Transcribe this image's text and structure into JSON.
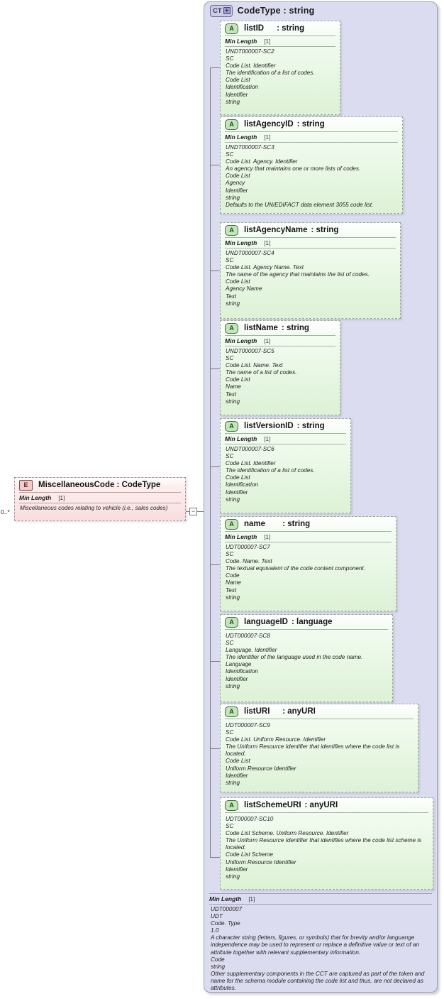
{
  "diagram": {
    "title": "XSD CodeType complexType diagram",
    "colors": {
      "container_bg": "#dcdcf0",
      "attribute_bg": "#ddf2d6",
      "element_bg": "#f8dede",
      "line": "#7a7a7a"
    }
  },
  "complex_type": {
    "badge": "CT",
    "badge_expand": "+",
    "title": "CodeType : string",
    "facet": {
      "name": "Min Length",
      "cardinality": "[1]"
    },
    "documentation": [
      "UDT000007",
      "UDT",
      "Code. Type",
      "1.0",
      "A character string (letters, figures, or symbols) that for brevity and/or languange independence may be used to represent or replace a definitive value or text of an attribute together with relevant supplementary information.",
      "Code",
      "string",
      "Other supplementary components in the CCT are captured as part of the token and name for the schema module containing the code list and thus, are not declared as attributes."
    ]
  },
  "element": {
    "badge": "E",
    "title": "MiscellaneousCode : CodeType",
    "cardinality": "0..*",
    "facet": {
      "name": "Min Length",
      "cardinality": "[1]"
    },
    "documentation": [
      "Miscellaneous codes relating to vehicle (i.e., sales codes)"
    ],
    "collapse_toggle": "−"
  },
  "attributes": [
    {
      "badge": "A",
      "name": "listID",
      "type": ": string",
      "facet": {
        "name": "Min Length",
        "cardinality": "[1]"
      },
      "documentation": [
        "UNDT000007-SC2",
        "SC",
        "Code List. Identifier",
        "The identification of a list of codes.",
        "Code List",
        "Identification",
        "Identifier",
        "string"
      ]
    },
    {
      "badge": "A",
      "name": "listAgencyID",
      "type": ": string",
      "facet": {
        "name": "Min Length",
        "cardinality": "[1]"
      },
      "documentation": [
        "UNDT000007-SC3",
        "SC",
        "Code List. Agency. Identifier",
        "An agency that maintains one or more lists of codes.",
        "Code List",
        "Agency",
        "Identifier",
        "string",
        "Defaults to the UN/EDIFACT data element 3055 code list."
      ]
    },
    {
      "badge": "A",
      "name": "listAgencyName",
      "type": ": string",
      "facet": {
        "name": "Min Length",
        "cardinality": "[1]"
      },
      "documentation": [
        "UNDT000007-SC4",
        "SC",
        "Code List. Agency Name. Text",
        "The name of the agency that maintains the list of codes.",
        "Code List",
        "Agency Name",
        "Text",
        "string"
      ]
    },
    {
      "badge": "A",
      "name": "listName",
      "type": ": string",
      "facet": {
        "name": "Min Length",
        "cardinality": "[1]"
      },
      "documentation": [
        "UNDT000007-SC5",
        "SC",
        "Code List. Name. Text",
        "The name of a list of codes.",
        "Code List",
        "Name",
        "Text",
        "string"
      ]
    },
    {
      "badge": "A",
      "name": "listVersionID",
      "type": ": string",
      "facet": {
        "name": "Min Length",
        "cardinality": "[1]"
      },
      "documentation": [
        "UNDT000007-SC6",
        "SC",
        "Code List. Identifier",
        "The identification of a list of codes.",
        "Code List",
        "Identification",
        "Identifier",
        "string"
      ]
    },
    {
      "badge": "A",
      "name": "name      ",
      "type": ": string",
      "facet": {
        "name": "Min Length",
        "cardinality": "[1]"
      },
      "documentation": [
        "UDT000007-SC7",
        "SC",
        "Code. Name. Text",
        "The textual equivalent of the code content component.",
        "Code",
        "Name",
        "Text",
        "string"
      ]
    },
    {
      "badge": "A",
      "name": "languageID",
      "type": ": language",
      "facet": null,
      "documentation": [
        "UDT000007-SC8",
        "SC",
        "Language. Identifier",
        "The identifier of the language used in the code name.",
        "Language",
        "Identification",
        "Identifier",
        "string"
      ]
    },
    {
      "badge": "A",
      "name": "listURI    ",
      "type": ": anyURI",
      "facet": null,
      "documentation": [
        "UDT000007-SC9",
        "SC",
        "Code List. Uniform Resource. Identifier",
        "The Uniform Resource Identifier that identifies where the code list is located.",
        "Code List",
        "Uniform Resource Identifier",
        "Identifier",
        "string"
      ]
    },
    {
      "badge": "A",
      "name": "listSchemeURI",
      "type": ": anyURI",
      "facet": null,
      "documentation": [
        "UDT000007-SC10",
        "SC",
        "Code List Scheme. Uniform Resource. Identifier",
        "The Uniform Resource Identifier that identifies where the code list scheme is located.",
        "Code List Scheme",
        "Uniform Resource Identifier",
        "Identifier",
        "string"
      ]
    }
  ]
}
